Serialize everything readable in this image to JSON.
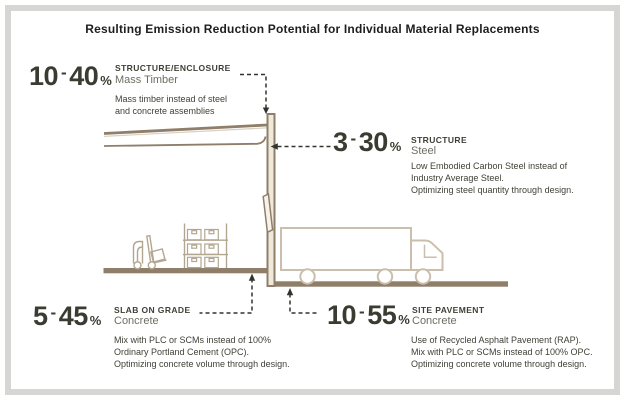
{
  "title": "Resulting Emission Reduction Potential for Individual Material Replacements",
  "callouts": {
    "mass_timber": {
      "value_min": "10",
      "value_sep": "-",
      "value_max": "40",
      "value_unit": "%",
      "category": "STRUCTURE/ENCLOSURE",
      "material": "Mass Timber",
      "description": [
        "Mass timber instead of steel",
        "and concrete assemblies"
      ]
    },
    "steel": {
      "value_min": "3",
      "value_sep": "-",
      "value_max": "30",
      "value_unit": "%",
      "category": "STRUCTURE",
      "material": "Steel",
      "description": [
        "Low Embodied Carbon Steel instead of",
        "Industry Average Steel.",
        "Optimizing steel quantity through design."
      ]
    },
    "slab_on_grade": {
      "value_min": "5",
      "value_sep": "-",
      "value_max": "45",
      "value_unit": "%",
      "category": "SLAB ON GRADE",
      "material": "Concrete",
      "description": [
        "Mix with PLC or SCMs instead of 100%",
        "Ordinary Portland Cement (OPC).",
        "Optimizing concrete volume through design."
      ]
    },
    "site_pavement": {
      "value_min": "10",
      "value_sep": "-",
      "value_max": "55",
      "value_unit": "%",
      "category": "SITE PAVEMENT",
      "material": "Concrete",
      "description": [
        "Use of Recycled Asphalt Pavement (RAP).",
        "Mix with PLC or SCMs instead of 100% OPC.",
        "Optimizing concrete volume through design."
      ]
    }
  },
  "illustration": {
    "elements": [
      "building-roof",
      "building-column",
      "dock-door",
      "slab-on-grade-floor",
      "site-pavement-ground",
      "forklift",
      "stacked-boxes",
      "delivery-truck"
    ]
  },
  "colors": {
    "building_outline": "#8f7e69",
    "building_fill": "#efe9dc",
    "props_outline": "#b3a691",
    "truck_outline": "#cabfac",
    "connector": "#33332d",
    "number_text": "#3a3c32",
    "frame": "#d6d6d4"
  }
}
